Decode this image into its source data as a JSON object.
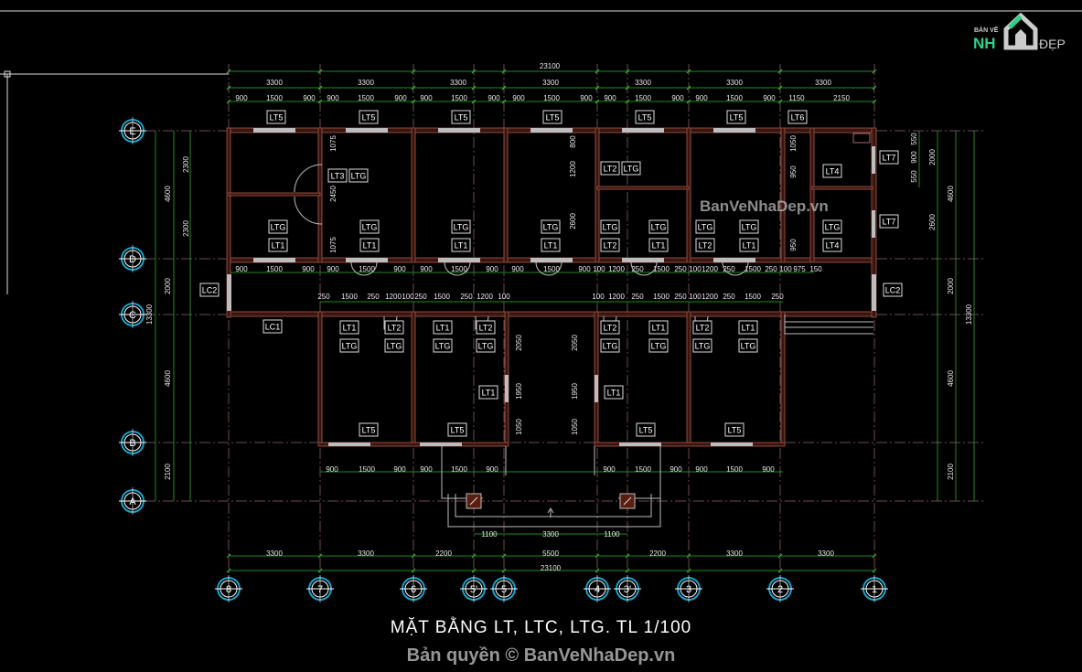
{
  "title": "MẶT BẰNG LT, LTC, LTG. TL 1/100",
  "watermark": "Bản quyền © BanVeNhaDep.vn",
  "watermark_center": "BanVeNhaDep.vn",
  "logo": {
    "small": "BẢN VẼ",
    "main": "NH",
    "suffix": "ĐẸP"
  },
  "axes": {
    "rows": [
      "E",
      "D",
      "C",
      "B",
      "A"
    ],
    "cols": [
      "8",
      "7",
      "6",
      "5'",
      "5",
      "4",
      "3'",
      "3",
      "2",
      "1"
    ]
  },
  "tags": [
    "LT5",
    "LT5",
    "LT5",
    "LT5",
    "LT5",
    "LT5",
    "LT6",
    "LT3",
    "LTG",
    "LTG",
    "LT1",
    "LTG",
    "LT1",
    "LTG",
    "LT1",
    "LTG",
    "LT1",
    "LT2",
    "LTG",
    "LTG",
    "LT2",
    "LTG",
    "LT1",
    "LTG",
    "LT2",
    "LTG",
    "LT1",
    "LT4",
    "LT7",
    "LTG",
    "LT4",
    "LT7",
    "LC2",
    "LC2",
    "LC1",
    "LT1",
    "LT2",
    "LTG",
    "LTG",
    "LT1",
    "LT2",
    "LTG",
    "LTG",
    "LT1",
    "LT2",
    "LT1",
    "LTG",
    "LTG",
    "LT2",
    "LT1",
    "LTG",
    "LTG",
    "LT1",
    "LT5",
    "LT5",
    "LT5",
    "LT5"
  ],
  "dimensions": {
    "top_total": "23100",
    "top_bays": [
      "3300",
      "3300",
      "3300",
      "3300",
      "3300",
      "3300",
      "3300"
    ],
    "top_detail": [
      "900",
      "1500",
      "900",
      "900",
      "1500",
      "900",
      "900",
      "1500",
      "900",
      "900",
      "1500",
      "900",
      "900",
      "1500",
      "900",
      "900",
      "1500",
      "900",
      "1150",
      "2150"
    ],
    "corridor_top": [
      "900",
      "1500",
      "900",
      "900",
      "1500",
      "900",
      "900",
      "1500",
      "900",
      "900",
      "1500",
      "900",
      "100",
      "1200",
      "250",
      "1500",
      "250",
      "100",
      "1200",
      "250",
      "1500",
      "250",
      "100",
      "975",
      "150"
    ],
    "corridor_bottom": [
      "250",
      "1500",
      "250",
      "1200",
      "100",
      "250",
      "1500",
      "250",
      "1200",
      "100",
      "100",
      "1200",
      "250",
      "1500",
      "250",
      "100",
      "1200",
      "250",
      "1500",
      "250"
    ],
    "lower_detail": [
      "900",
      "1500",
      "900",
      "900",
      "1500",
      "900",
      "900",
      "1500",
      "900",
      "900",
      "1500",
      "900"
    ],
    "porch": [
      "1100",
      "3300",
      "1100"
    ],
    "bottom_bays": [
      "3300",
      "3300",
      "2200",
      "5500",
      "2200",
      "3300",
      "3300"
    ],
    "bottom_total": "23100",
    "left_vertical": [
      "4600",
      "2300",
      "2300",
      "2000",
      "13300",
      "4600",
      "2100"
    ],
    "right_vertical": [
      "2000",
      "2600",
      "4600",
      "2000",
      "13300",
      "4600",
      "2100",
      "550",
      "900",
      "550"
    ],
    "interior_vertical": [
      "1075",
      "2450",
      "1075",
      "800",
      "1200",
      "2600",
      "1050",
      "950",
      "950",
      "2050",
      "1950",
      "1050",
      "2050",
      "1950",
      "1050"
    ]
  }
}
